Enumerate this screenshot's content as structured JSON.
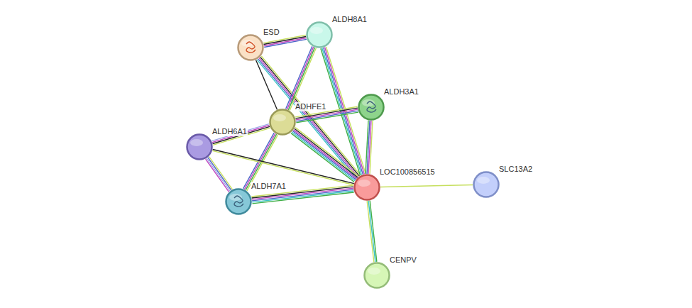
{
  "diagram": {
    "nodes": [
      {
        "text": [
          "ALDH8A1"
        ]
      },
      {
        "text": [
          "ESD"
        ]
      },
      {
        "text": [
          "ALDH3A1"
        ]
      },
      {
        "text": [
          "ADHFE1"
        ]
      },
      {
        "text": [
          "ALDH6A1"
        ]
      },
      {
        "text": [
          "SLC13A2"
        ]
      },
      {
        "text": [
          "LOC100856515"
        ]
      },
      {
        "text": [
          "ALDH7A1"
        ]
      },
      {
        "text": [
          "CENPV"
        ]
      }
    ],
    "edges": [
      {
        "from": 1,
        "to": 0,
        "arrow": "none"
      },
      {
        "from": 1,
        "to": 3,
        "arrow": "none"
      },
      {
        "from": 1,
        "to": 6,
        "arrow": "none"
      },
      {
        "from": 0,
        "to": 3,
        "arrow": "none"
      },
      {
        "from": 0,
        "to": 6,
        "arrow": "none"
      },
      {
        "from": 3,
        "to": 2,
        "arrow": "none"
      },
      {
        "from": 3,
        "to": 4,
        "arrow": "none"
      },
      {
        "from": 3,
        "to": 7,
        "arrow": "none"
      },
      {
        "from": 3,
        "to": 6,
        "arrow": "none"
      },
      {
        "from": 2,
        "to": 6,
        "arrow": "none"
      },
      {
        "from": 4,
        "to": 7,
        "arrow": "none"
      },
      {
        "from": 4,
        "to": 6,
        "arrow": "none"
      },
      {
        "from": 7,
        "to": 6,
        "arrow": "none"
      },
      {
        "from": 6,
        "to": 5,
        "arrow": "none"
      },
      {
        "from": 6,
        "to": 8,
        "arrow": "none"
      }
    ]
  }
}
